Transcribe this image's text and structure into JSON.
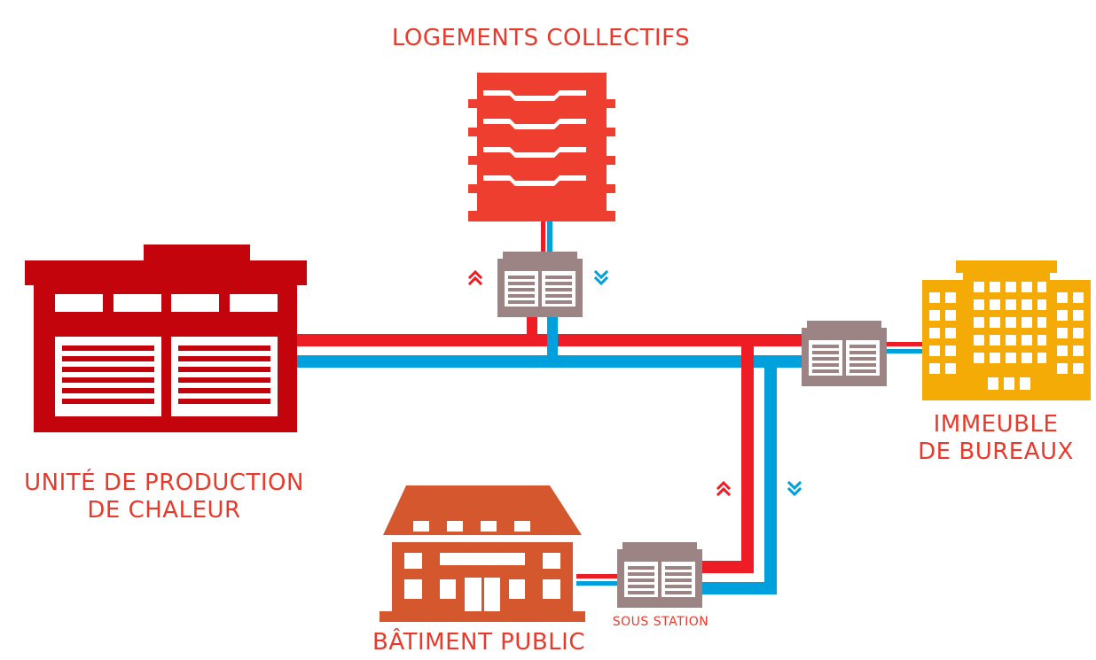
{
  "labels": {
    "logements": "LOGEMENTS COLLECTIFS",
    "production_line1": "UNITÉ DE PRODUCTION",
    "production_line2": "DE CHALEUR",
    "immeuble_line1": "IMMEUBLE",
    "immeuble_line2": "DE BUREAUX",
    "batiment": "BÂTIMENT PUBLIC",
    "sous_station": "SOUS STATION"
  },
  "colors": {
    "production": "#c4040d",
    "logements": "#ed3e2f",
    "bureaux": "#f5ab05",
    "batiment": "#d4572e",
    "substation": "#9b8483",
    "hot_pipe": "#ee1c24",
    "cold_pipe": "#00a0dc",
    "label_text": "#e83a2c"
  },
  "icons": {
    "flow_up": "double-chevron-up-icon",
    "flow_down": "double-chevron-down-icon"
  }
}
